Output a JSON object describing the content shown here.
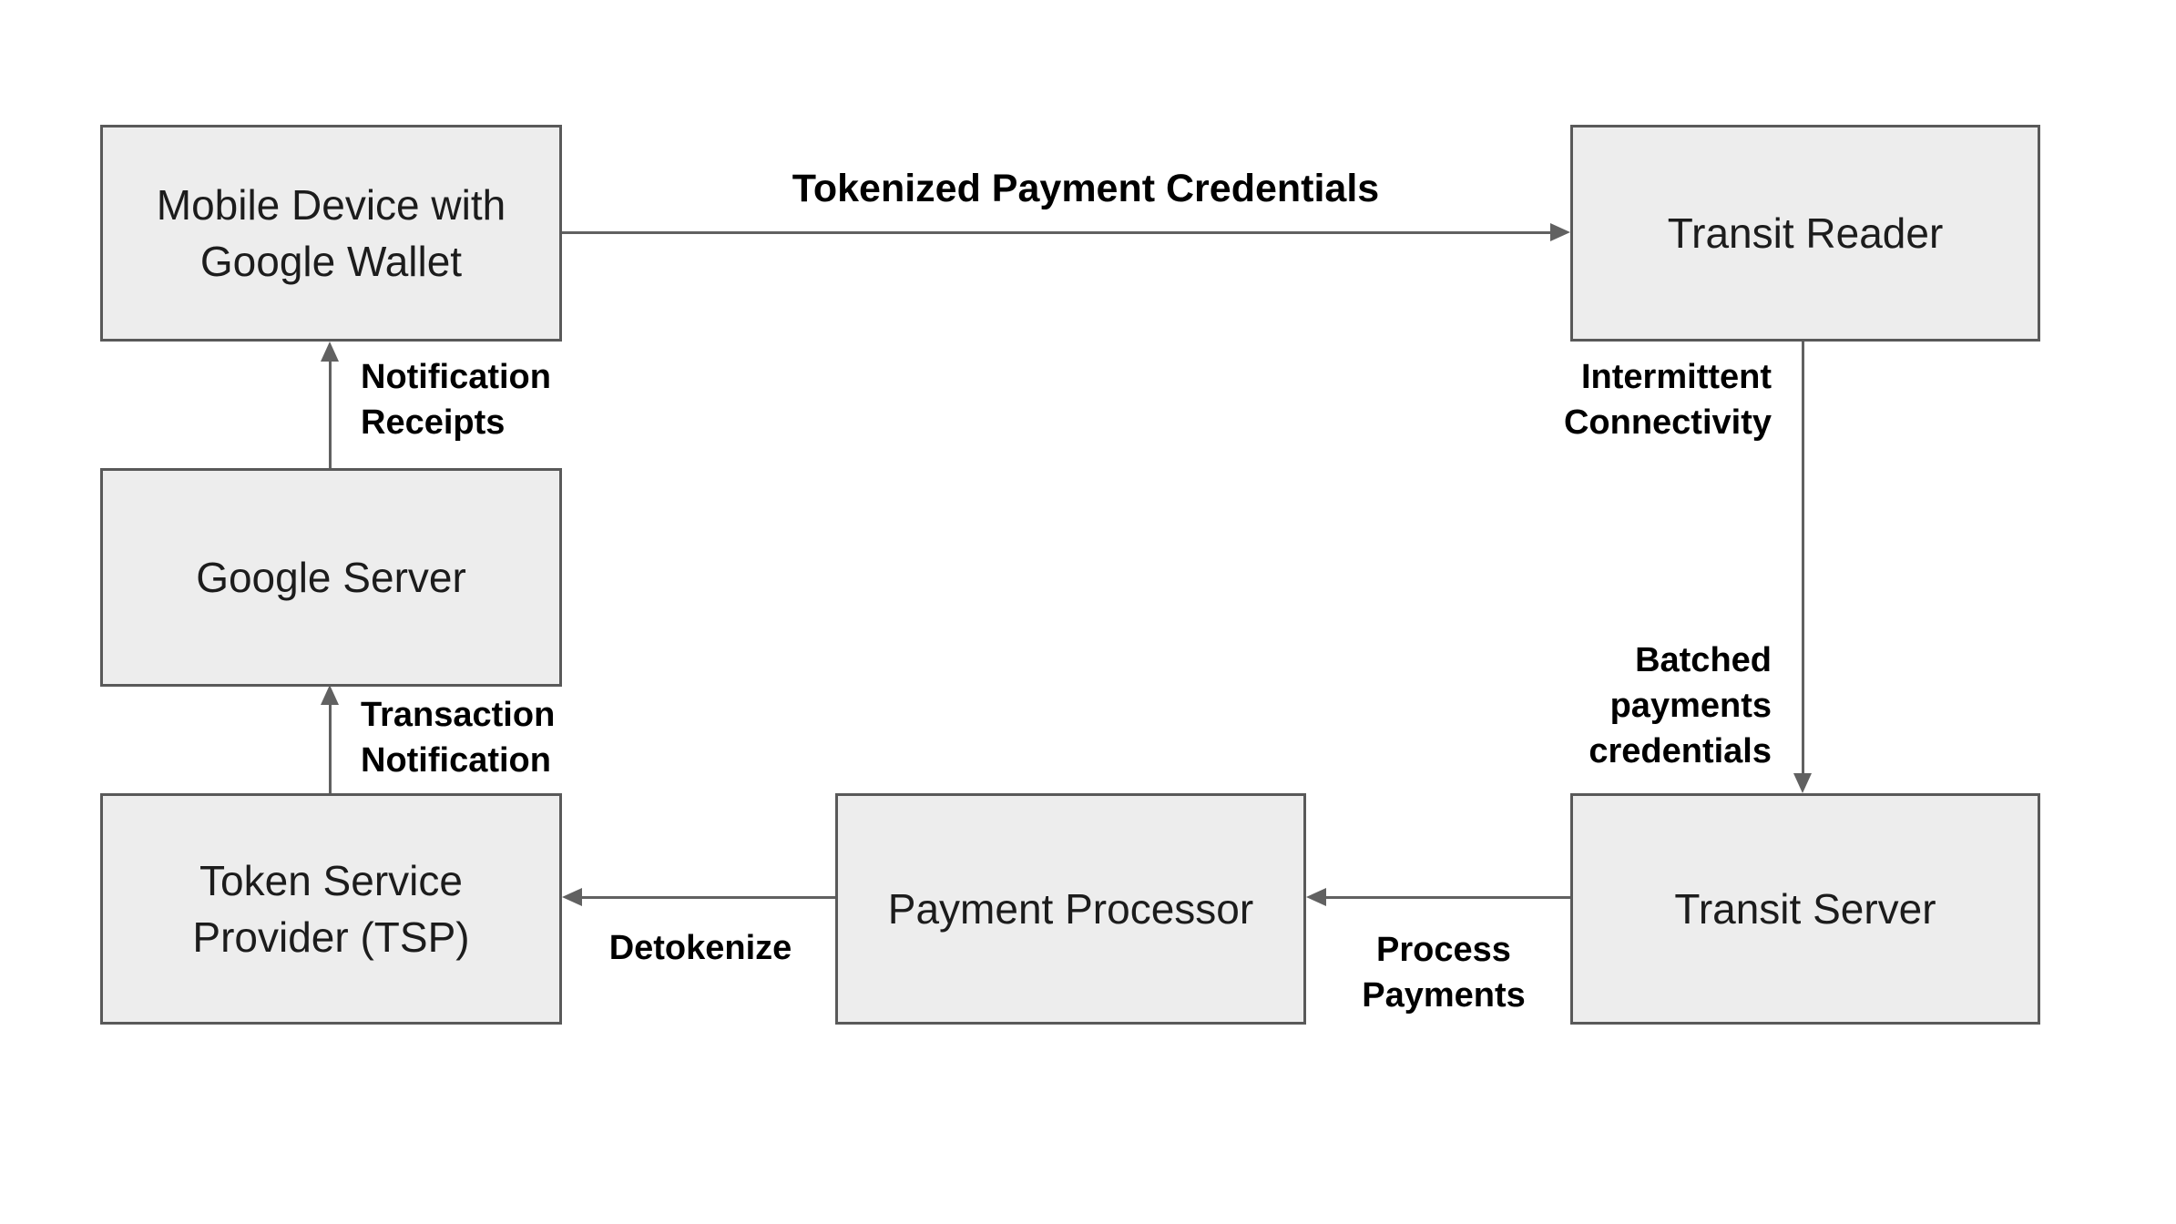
{
  "diagram": {
    "colors": {
      "background": "#ffffff",
      "node_fill": "#ededed",
      "node_border": "#595959",
      "arrow": "#616161",
      "node_text": "#1c1c1c",
      "label_text": "#000000"
    },
    "nodes": [
      {
        "id": "mobile_device",
        "label": "Mobile Device with\nGoogle Wallet"
      },
      {
        "id": "transit_reader",
        "label": "Transit Reader"
      },
      {
        "id": "google_server",
        "label": "Google Server"
      },
      {
        "id": "tsp",
        "label": "Token Service\nProvider (TSP)"
      },
      {
        "id": "payment_processor",
        "label": "Payment Processor"
      },
      {
        "id": "transit_server",
        "label": "Transit Server"
      }
    ],
    "edges": [
      {
        "from": "mobile_device",
        "to": "transit_reader",
        "direction": "right",
        "label": "Tokenized Payment Credentials"
      },
      {
        "from": "transit_reader",
        "to": "transit_server",
        "direction": "down",
        "labels": [
          "Intermittent\nConnectivity",
          "Batched\npayments\ncredentials"
        ]
      },
      {
        "from": "transit_server",
        "to": "payment_processor",
        "direction": "left",
        "label": "Process\nPayments"
      },
      {
        "from": "payment_processor",
        "to": "tsp",
        "direction": "left",
        "label": "Detokenize"
      },
      {
        "from": "tsp",
        "to": "google_server",
        "direction": "up",
        "label": "Transaction\nNotification"
      },
      {
        "from": "google_server",
        "to": "mobile_device",
        "direction": "up",
        "label": "Notification\nReceipts"
      }
    ]
  }
}
